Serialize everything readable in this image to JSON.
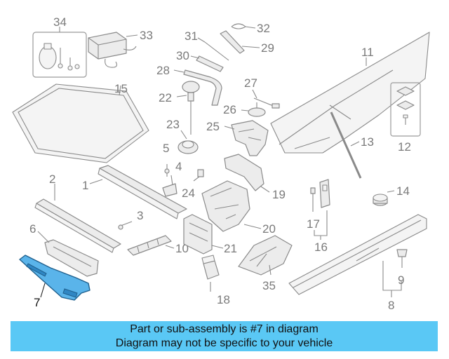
{
  "callouts": {
    "c1": "1",
    "c2": "2",
    "c3": "3",
    "c4": "4",
    "c5": "5",
    "c6": "6",
    "c7": "7",
    "c8": "8",
    "c9": "9",
    "c10": "10",
    "c11": "11",
    "c12": "12",
    "c13": "13",
    "c14": "14",
    "c15": "15",
    "c16": "16",
    "c17": "17",
    "c18": "18",
    "c19": "19",
    "c20": "20",
    "c21": "21",
    "c22": "22",
    "c23": "23",
    "c24": "24",
    "c25": "25",
    "c26": "26",
    "c27": "27",
    "c28": "28",
    "c29": "29",
    "c30": "30",
    "c31": "31",
    "c32": "32",
    "c33": "33",
    "c34": "34",
    "c35": "35"
  },
  "banner": {
    "line1": "Part or sub-assembly is #7 in diagram",
    "line2": "Diagram may not be specific to your vehicle"
  },
  "colors": {
    "highlight_part": "#5ab4ea",
    "banner_bg": "#5ac8f5",
    "line_art": "#8a8a8a"
  }
}
